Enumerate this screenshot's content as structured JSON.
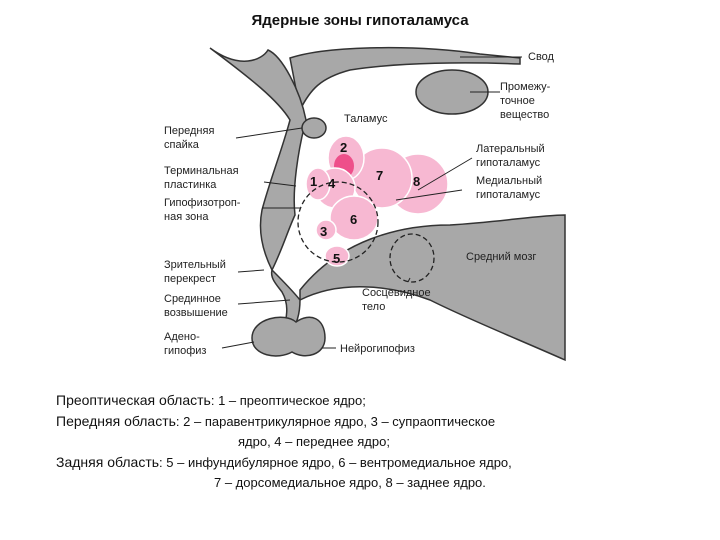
{
  "title": "Ядерные зоны гипоталамуса",
  "labels": {
    "svod": "Свод",
    "promezh1": "Промежу-",
    "promezh2": "точное",
    "promezh3": "вещество",
    "talamus": "Таламус",
    "pered1": "Передняя",
    "pered2": "спайка",
    "term1": "Терминальная",
    "term2": "пластинка",
    "gipofiz1": "Гипофизотроп-",
    "gipofiz2": "ная зона",
    "lat1": "Латеральный",
    "lat2": "гипоталамус",
    "med1": "Медиальный",
    "med2": "гипоталамус",
    "zrit1": "Зрительный",
    "zrit2": "перекрест",
    "sred1": "Срединное",
    "sred2": "возвышение",
    "sredmozg": "Средний мозг",
    "soscev1": "Сосцевидное",
    "soscev2": "тело",
    "adeno1": "Адено-",
    "adeno2": "гипофиз",
    "neiro": "Нейрогипофиз"
  },
  "numbers": [
    "1",
    "2",
    "3",
    "4",
    "5",
    "6",
    "7",
    "8"
  ],
  "colors": {
    "pink": "#f7b8d2",
    "pink_dark": "#ee4f8a",
    "gray": "#a8a8a8",
    "outline": "#333333"
  },
  "legend": {
    "r1_head": "Преоптическая область",
    "r1_text": ": 1 – преоптическое ядро;",
    "r2_head": "Передняя область",
    "r2_text": ":  2 – паравентрикулярное ядро,  3 – супраоптическое",
    "r3_text": "ядро, 4 – переднее ядро;",
    "r4_head": "Задняя область",
    "r4_text": ":  5 – инфундибулярное ядро, 6 – вентромедиальное ядро,",
    "r5_text": "7 – дорсомедиальное ядро, 8 – заднее ядро."
  }
}
